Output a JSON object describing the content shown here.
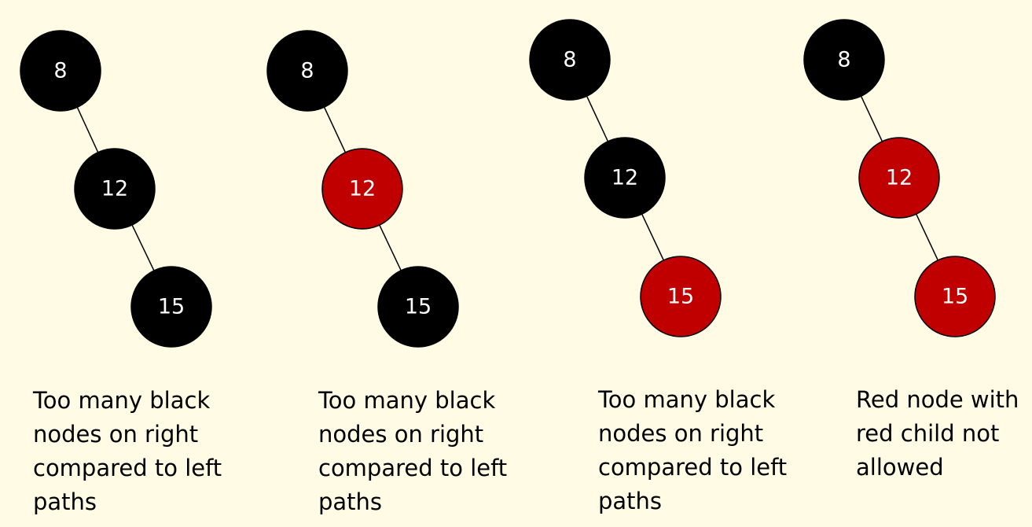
{
  "colors": {
    "background": "#fffbe5",
    "black_node": "#000000",
    "red_node": "#c00000",
    "edge": "#000000",
    "node_text": "#ffffff",
    "caption_text": "#000000"
  },
  "panels": [
    {
      "nodes": [
        {
          "value": "8",
          "color": "black"
        },
        {
          "value": "12",
          "color": "black"
        },
        {
          "value": "15",
          "color": "black"
        }
      ],
      "caption": [
        "Too many black",
        "nodes on right",
        "compared to left",
        "paths"
      ]
    },
    {
      "nodes": [
        {
          "value": "8",
          "color": "black"
        },
        {
          "value": "12",
          "color": "red"
        },
        {
          "value": "15",
          "color": "black"
        }
      ],
      "caption": [
        "Too many black",
        "nodes on right",
        "compared to left",
        "paths"
      ]
    },
    {
      "nodes": [
        {
          "value": "8",
          "color": "black"
        },
        {
          "value": "12",
          "color": "black"
        },
        {
          "value": "15",
          "color": "red"
        }
      ],
      "caption": [
        "Too many black",
        "nodes on right",
        "compared to left",
        "paths"
      ]
    },
    {
      "nodes": [
        {
          "value": "8",
          "color": "black"
        },
        {
          "value": "12",
          "color": "red"
        },
        {
          "value": "15",
          "color": "red"
        }
      ],
      "caption": [
        "Red node with",
        "red child not",
        "allowed"
      ]
    }
  ]
}
